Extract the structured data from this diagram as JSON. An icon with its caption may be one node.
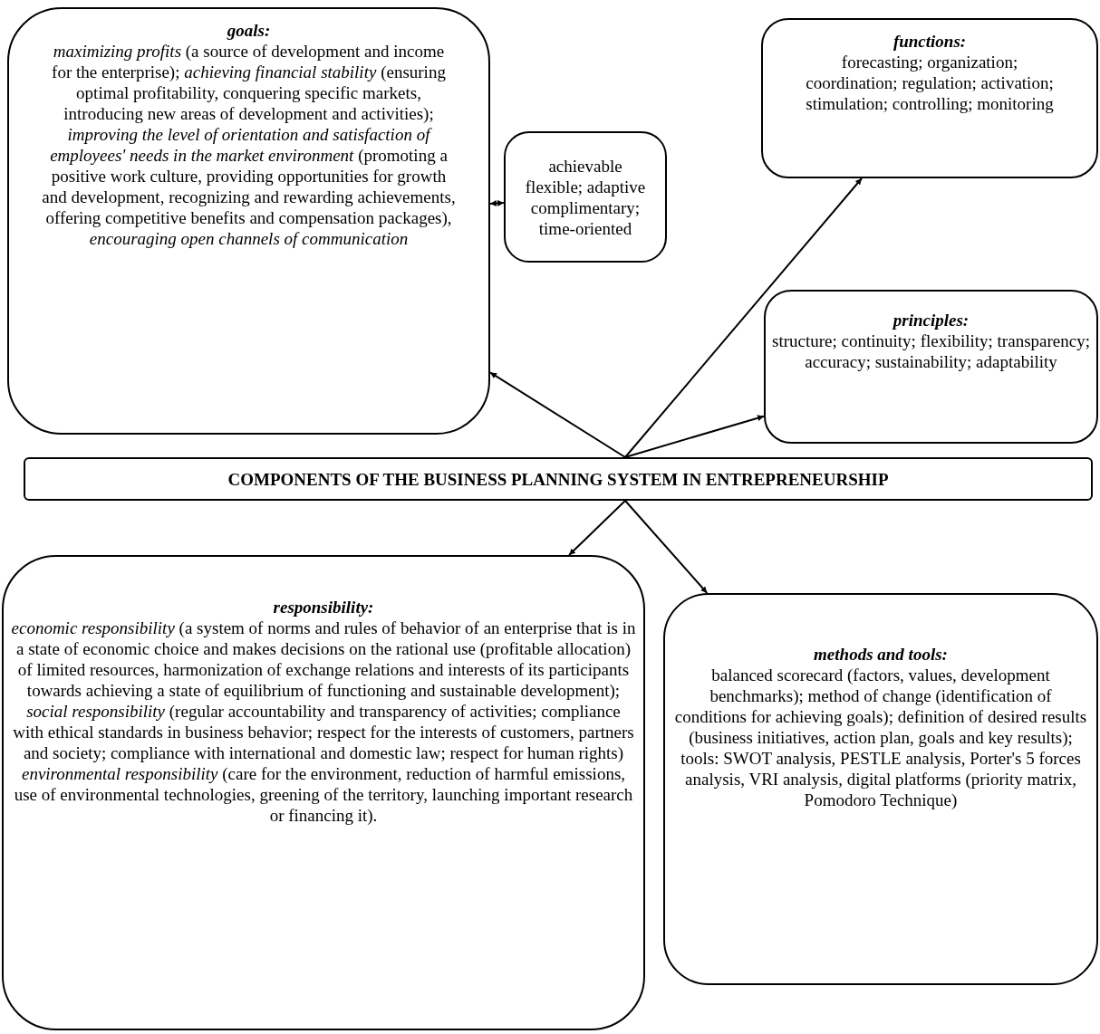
{
  "diagram": {
    "nodes": [
      {
        "text": [
          "goals:",
          "*maximizing profits* (a source of development and income for the enterprise); *achieving financial stability* (ensuring optimal profitability, conquering specific markets, introducing new areas of development and activities); *improving the level of orientation and satisfaction of employees' needs in the market environment* (promoting a positive work culture, providing opportunities for growth and development, recognizing and rewarding achievements, offering competitive benefits and compensation packages), *encouraging open channels of communication*"
        ]
      },
      {
        "text": [
          "achievable flexible; adaptive complimentary; time-oriented"
        ]
      },
      {
        "text": [
          "functions:",
          "forecasting; organization; coordination; regulation; activation; stimulation; controlling; monitoring"
        ]
      },
      {
        "text": [
          "principles:",
          "structure; continuity; flexibility; transparency; accuracy; sustainability; adaptability"
        ]
      },
      {
        "text": [
          "COMPONENTS OF THE BUSINESS PLANNING SYSTEM IN ENTREPRENEURSHIP"
        ]
      },
      {
        "text": [
          "responsibility:",
          "*economic responsibility* (a system of norms and rules of behavior of an enterprise that is in a state of economic choice and makes decisions on the rational use (profitable allocation) of limited resources, harmonization of exchange relations and interests of its participants towards achieving a state of equilibrium of functioning and sustainable development);",
          "*social responsibility* (regular accountability and transparency of activities; compliance with ethical standards in business behavior; respect for the interests of customers, partners and society; compliance with international and domestic law; respect for human rights)",
          "*environmental responsibility* (care for the environment, reduction of harmful emissions, use of environmental technologies, greening of the territory, launching important research or financing it)."
        ]
      },
      {
        "text": [
          "methods and tools:",
          "balanced scorecard (factors, values, development benchmarks); method of change (identification of conditions for achieving goals); definition of desired results (business initiatives, action plan, goals and key results);",
          "tools: SWOT analysis, PESTLE analysis, Porter's 5 forces analysis, VRI analysis, digital platforms (priority matrix, Pomodoro Technique)"
        ]
      }
    ],
    "edges": [
      {
        "from": 4,
        "to": 0,
        "arrow": "to"
      },
      {
        "from": 1,
        "to": 0,
        "arrow": "both"
      },
      {
        "from": 4,
        "to": 2,
        "arrow": "to"
      },
      {
        "from": 4,
        "to": 3,
        "arrow": "to"
      },
      {
        "from": 4,
        "to": 5,
        "arrow": "to"
      },
      {
        "from": 4,
        "to": 6,
        "arrow": "to"
      }
    ]
  }
}
